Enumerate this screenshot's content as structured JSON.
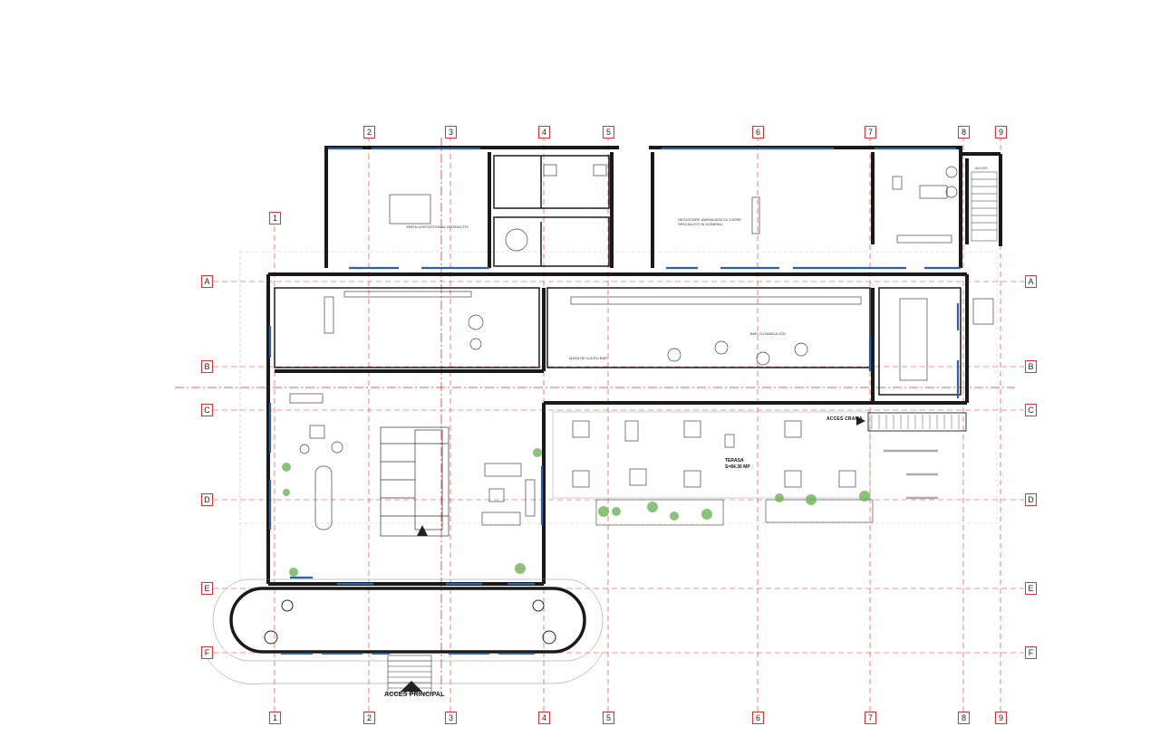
{
  "drawing": {
    "axes_numbers": [
      "1",
      "2",
      "3",
      "4",
      "5",
      "6",
      "7",
      "8",
      "9"
    ],
    "axes_letters": [
      "A",
      "B",
      "C",
      "D",
      "E",
      "F"
    ]
  },
  "labels": {
    "acces_principal": "ACCES PRINCIPAL",
    "acces_crama": "ACCES CRAMA",
    "terasa_title": "TERASA",
    "terasa_area": "S=84.36 MP",
    "spatiu_expozitional": "SPATIU EXPOZITIONAL INTERACTIV",
    "degustare_note": "DEGUSTARE AMENAJATA CU CATRE SPECIALISTI IN DOMENIU",
    "masa_bar": "MASA DE LUCRU BAR",
    "bar_led": "BAR CU BANCA LED",
    "acces_note": "ACCES"
  },
  "colors": {
    "axis_line": "#e03030",
    "wall": "#1a1a1a",
    "window": "#2e5fa8",
    "furniture": "#444444",
    "plant": "#5aa84a"
  }
}
